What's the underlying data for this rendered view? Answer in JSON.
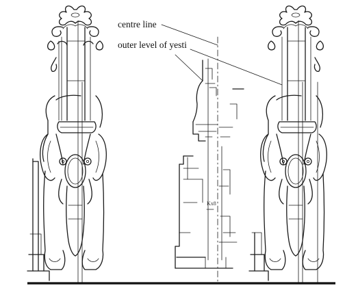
{
  "labels": {
    "centre_line": "centre line",
    "outer_level": "outer level of yesti"
  },
  "annotation": {
    "scribble": "Kx8"
  },
  "colors": {
    "ink": "#1a1a1a",
    "paper": "#ffffff"
  }
}
